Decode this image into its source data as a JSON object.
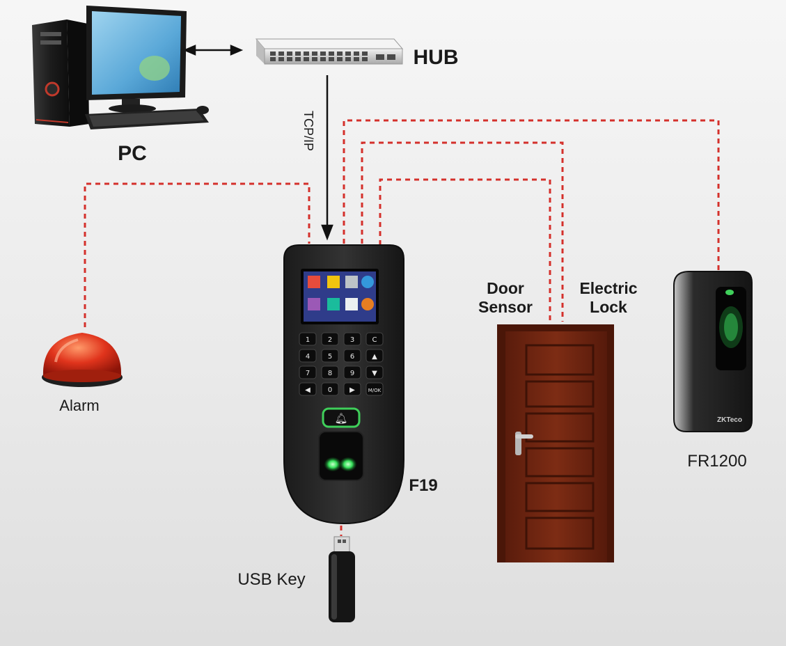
{
  "labels": {
    "pc": "PC",
    "hub": "HUB",
    "tcp": "TCP/IP",
    "alarm": "Alarm",
    "f19": "F19",
    "usb": "USB Key",
    "door_sensor_line1": "Door",
    "door_sensor_line2": "Sensor",
    "electric_lock_line1": "Electric",
    "electric_lock_line2": "Lock",
    "fr1200": "FR1200",
    "reader_brand": "ZKTeco"
  },
  "keypad": [
    "1",
    "2",
    "3",
    "C",
    "4",
    "5",
    "6",
    "▲",
    "7",
    "8",
    "9",
    "▼",
    "◀",
    "0",
    "▶",
    "M/OK"
  ],
  "colors": {
    "wire": "#d4302b",
    "device_body": "#2a2a2a",
    "door": "#6b2410",
    "alarm": "#e0341c",
    "fingerprint_glow": "#35e05a"
  }
}
